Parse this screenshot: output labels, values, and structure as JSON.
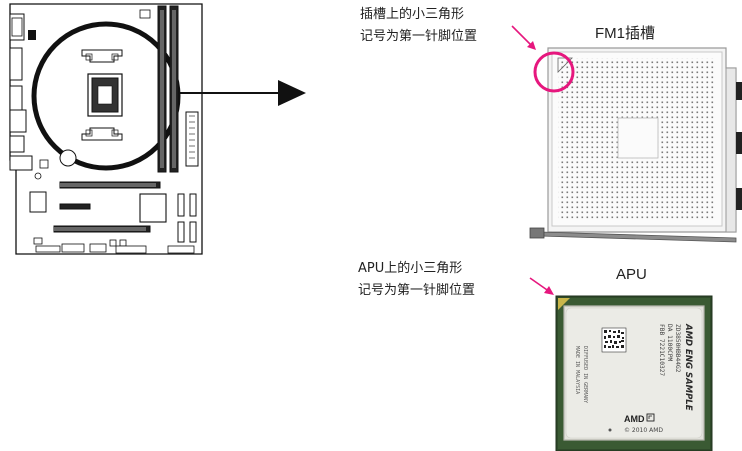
{
  "callouts": {
    "socket_mark_line1": "插槽上的小三角形",
    "socket_mark_line2": "记号为第一针脚位置",
    "apu_mark_line1": "APU上的小三角形",
    "apu_mark_line2": "记号为第一针脚位置"
  },
  "titles": {
    "socket": "FM1插槽",
    "apu": "APU"
  },
  "chip": {
    "line1": "AMD ENG SAMPLE",
    "line2": "ZD3850HBB44G2",
    "line3": "DA 1100CPM",
    "line4": "FBB 7221C10327",
    "diffused": "DIFFUSED IN GERMANY",
    "made": "MADE IN MALAYSIA",
    "brand": "AMD",
    "copyright": "© 2010 AMD"
  },
  "colors": {
    "accent": "#e6177e",
    "board_line": "#111111",
    "chip_green": "#2f4a2a",
    "chip_lid": "#e2e2dc"
  }
}
